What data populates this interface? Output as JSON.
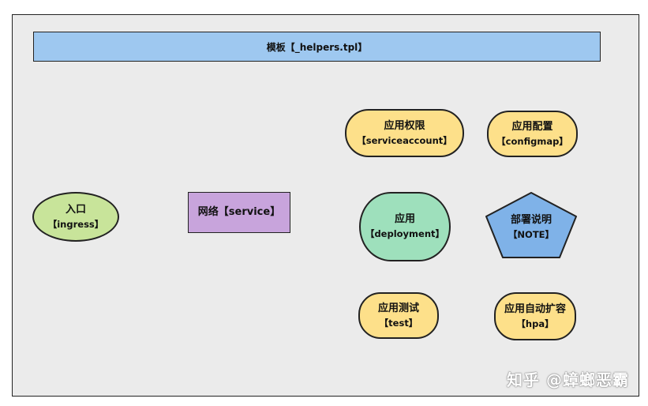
{
  "header": {
    "label": "模板【_helpers.tpl】"
  },
  "nodes": {
    "ingress": {
      "title": "入口",
      "sub": "【ingress】"
    },
    "service": {
      "label": "网络【service】"
    },
    "serviceaccount": {
      "title": "应用权限",
      "sub": "【serviceaccount】"
    },
    "configmap": {
      "title": "应用配置",
      "sub": "【configmap】"
    },
    "deployment": {
      "title": "应用",
      "sub": "【deployment】"
    },
    "note": {
      "title": "部署说明",
      "sub": "【NOTE】"
    },
    "test": {
      "title": "应用测试",
      "sub": "【test】"
    },
    "hpa": {
      "title": "应用自动扩容",
      "sub": "【hpa】"
    }
  },
  "watermark": {
    "text": "知乎 @蟑螂恶霸"
  },
  "colors": {
    "frame_bg": "#ebebeb",
    "header_bg": "#9ec8f0",
    "ingress_bg": "#c8e49a",
    "service_bg": "#c8a4dc",
    "pill_bg": "#fde08a",
    "deployment_bg": "#9ee0bc",
    "note_bg": "#7fb2e8"
  }
}
